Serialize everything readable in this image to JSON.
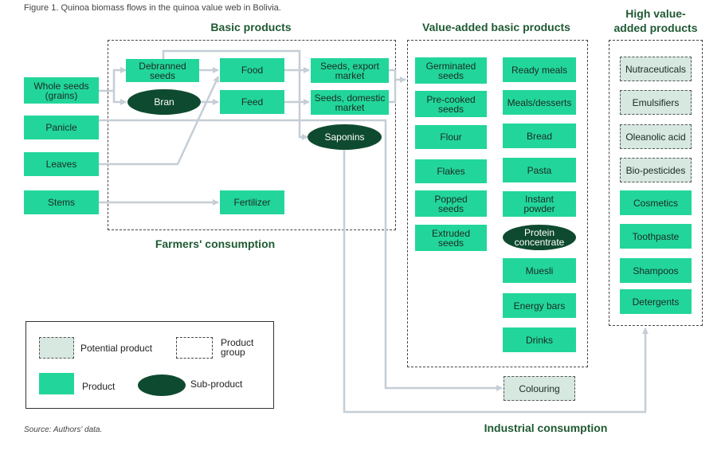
{
  "caption": "Figure 1. Quinoa biomass flows in the quinoa value web in Bolivia.",
  "source": "Source: Authors' data.",
  "headings": {
    "basic": "Basic products",
    "value_added": "Value-added basic products",
    "high_value": "High value-\nadded products",
    "farmers": "Farmers' consumption",
    "industrial": "Industrial consumption"
  },
  "inputs": [
    "Whole seeds\n(grains)",
    "Panicle",
    "Leaves",
    "Stems"
  ],
  "basic": {
    "debranned": "Debranned\nseeds",
    "bran": "Bran",
    "food": "Food",
    "feed": "Feed",
    "seeds_export": "Seeds, export\nmarket",
    "seeds_domestic": "Seeds, domestic\nmarket",
    "saponins": "Saponins",
    "fertilizer": "Fertilizer"
  },
  "value_added_left": [
    "Germinated\nseeds",
    "Pre-cooked\nseeds",
    "Flour",
    "Flakes",
    "Popped\nseeds",
    "Extruded\nseeds"
  ],
  "value_added_right": [
    "Ready meals",
    "Meals/desserts",
    "Bread",
    "Pasta",
    "Instant\npowder",
    "Protein\nconcentrate",
    "Muesli",
    "Energy bars",
    "Drinks"
  ],
  "high_value": [
    "Nutraceuticals",
    "Emulsifiers",
    "Oleanolic acid",
    "Bio-pesticides",
    "Cosmetics",
    "Toothpaste",
    "Shampoos",
    "Detergents"
  ],
  "colouring": "Colouring",
  "legend": {
    "potential": "Potential product",
    "group": "Product\ngroup",
    "product": "Product",
    "subproduct": "Sub-product"
  },
  "colors": {
    "product": "#22d69b",
    "potential": "#d6e8e0",
    "subproduct": "#0e4a2f",
    "heading": "#1f5a33",
    "flow": "#c5ced6"
  }
}
